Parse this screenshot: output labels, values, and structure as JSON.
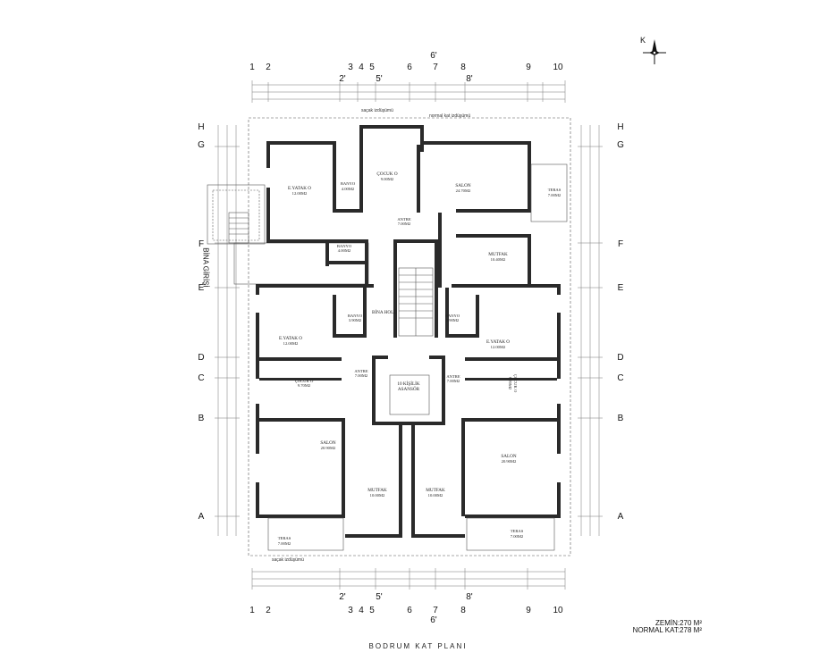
{
  "grid": {
    "columns_top": [
      "1",
      "2",
      "3",
      "4",
      "5",
      "6",
      "7",
      "8",
      "9",
      "10"
    ],
    "columns_sub_top": [
      "2'",
      "5'",
      "8'"
    ],
    "column_6prime_top": "6'",
    "columns_bottom": [
      "1",
      "2",
      "3",
      "4",
      "5",
      "6",
      "7",
      "8",
      "9",
      "10"
    ],
    "columns_sub_bottom": [
      "2'",
      "5'",
      "8'"
    ],
    "column_6prime_bottom": "6'",
    "rows_left": [
      "H",
      "G",
      "F",
      "E",
      "D",
      "C",
      "B",
      "A"
    ],
    "rows_right": [
      "H",
      "G",
      "F",
      "E",
      "D",
      "C",
      "B",
      "A"
    ]
  },
  "notes": {
    "top_eave": "saçak izdüşümü",
    "normal_floor": "normal kat izdüşümü",
    "bottom_eave": "saçak izdüşümü"
  },
  "entrance_label": "BİNA GİRİŞİ",
  "compass_label": "K",
  "rooms": {
    "eyatak_top": {
      "name": "E.YATAK O",
      "area": "12.00M2"
    },
    "banyo_top": {
      "name": "BANYO",
      "area": "4.00M2"
    },
    "cocuk_top": {
      "name": "ÇOCUK O",
      "area": "9.00M2"
    },
    "salon_top": {
      "name": "SALON",
      "area": "24.70M2"
    },
    "teras_top": {
      "name": "TERAS",
      "area": "7.00M2"
    },
    "antre_top": {
      "name": "ANTRE",
      "area": "7.00M2"
    },
    "banyo_mid": {
      "name": "BANYO",
      "area": "4.00M2"
    },
    "mutfak_top": {
      "name": "MUTFAK",
      "area": "10.40M2"
    },
    "bina_holu": {
      "name": "BİNA HOLÜ",
      "area": ""
    },
    "banyo_left": {
      "name": "BANYO",
      "area": "3.90M2"
    },
    "banyo_right": {
      "name": "BANYO",
      "area": "3.90M2"
    },
    "eyatak_left": {
      "name": "E.YATAK O",
      "area": "12.00M2"
    },
    "eyatak_right": {
      "name": "E.YATAK O",
      "area": "12.00M2"
    },
    "antre_left": {
      "name": "ANTRE",
      "area": "7.00M2"
    },
    "antre_right": {
      "name": "ANTRE",
      "area": "7.00M2"
    },
    "asansor": {
      "name": "10 KİŞİLİK",
      "name2": "ASANSÖR"
    },
    "cocuk_left": {
      "name": "ÇOCUK O",
      "area": "9.70M2"
    },
    "cocuk_right": {
      "name": "ÇOCUK O",
      "area": "9.70M2"
    },
    "salon_left": {
      "name": "SALON",
      "area": "20.90M2"
    },
    "salon_right": {
      "name": "SALON",
      "area": "20.90M2"
    },
    "mutfak_left": {
      "name": "MUTFAK",
      "area": "10.00M2"
    },
    "mutfak_right": {
      "name": "MUTFAK",
      "area": "10.00M2"
    },
    "teras_left": {
      "name": "TERAS",
      "area": "7.00M2"
    },
    "teras_right": {
      "name": "TERAS",
      "area": "7.00M2"
    }
  },
  "area_info": {
    "zemin": "ZEMİN:270 M²",
    "normal": "NORMAL KAT:278 M²"
  },
  "title": "BODRUM  KAT PLANI"
}
